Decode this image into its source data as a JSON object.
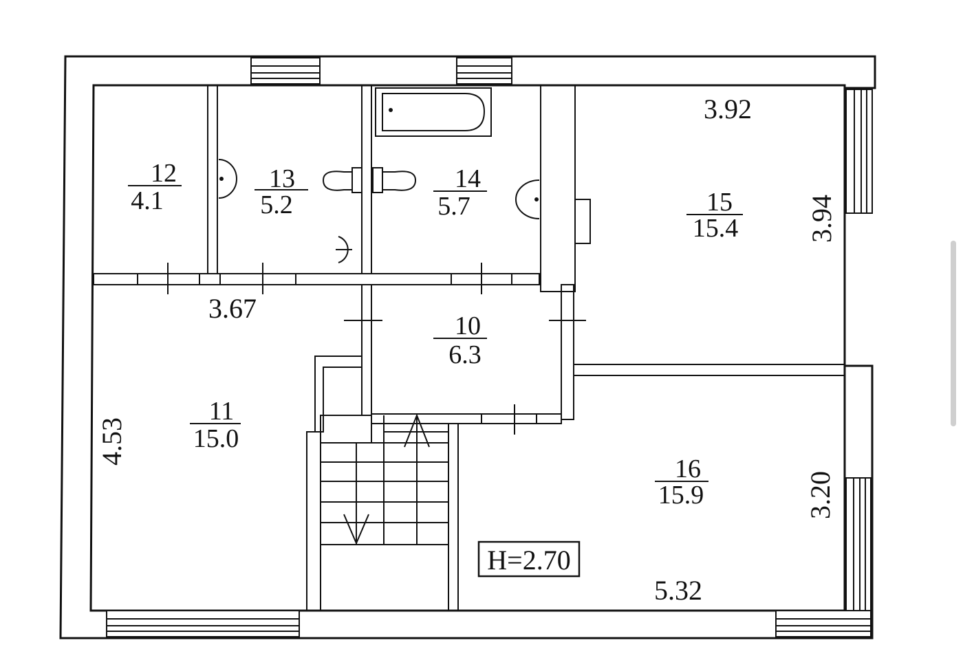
{
  "rooms": [
    {
      "id": "12",
      "number": "12",
      "area": "4.1"
    },
    {
      "id": "13",
      "number": "13",
      "area": "5.2"
    },
    {
      "id": "14",
      "number": "14",
      "area": "5.7"
    },
    {
      "id": "15",
      "number": "15",
      "area": "15.4"
    },
    {
      "id": "10",
      "number": "10",
      "area": "6.3"
    },
    {
      "id": "11",
      "number": "11",
      "area": "15.0"
    },
    {
      "id": "16",
      "number": "16",
      "area": "15.9"
    }
  ],
  "dimensions": {
    "room15_width": "3.92",
    "room15_depth": "3.94",
    "room11_width": "3.67",
    "room11_depth": "4.53",
    "room16_depth": "3.20",
    "room16_width": "5.32"
  },
  "ceiling_height": "H=2.70",
  "icons": [
    "bathtub-icon",
    "washbasin-icon",
    "toilet-icon",
    "stairs-up-arrow-icon",
    "stairs-down-arrow-icon"
  ]
}
